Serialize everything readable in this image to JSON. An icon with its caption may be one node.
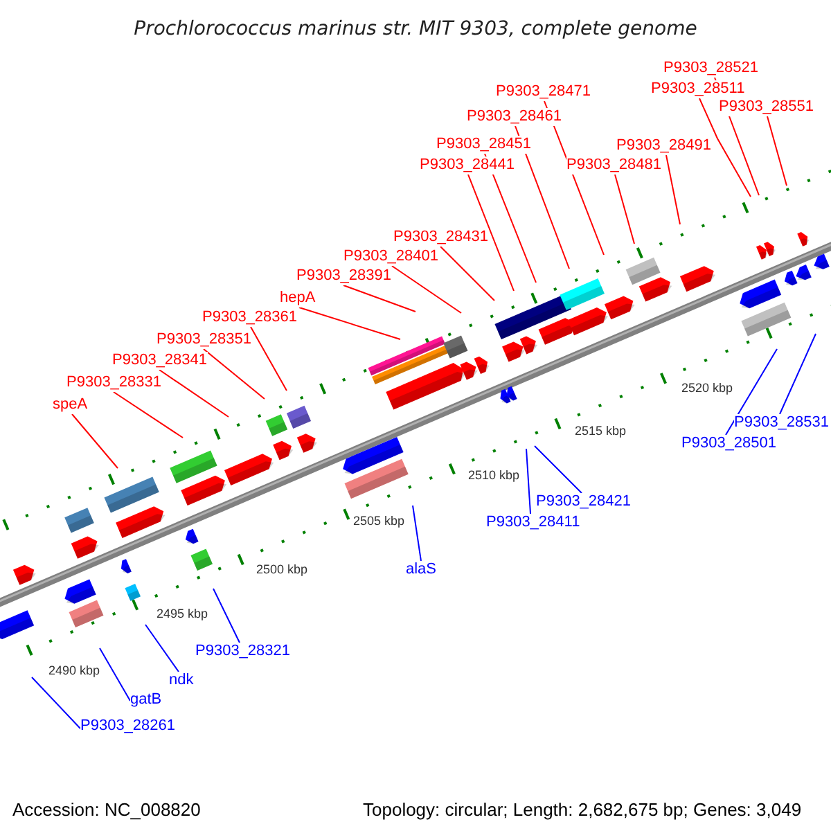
{
  "diagram": {
    "title": "Prochlorococcus marinus str. MIT 9303, complete genome",
    "nodes": [
      {
        "text": [
          "P9303_28521"
        ]
      },
      {
        "text": [
          "P9303_28511"
        ]
      },
      {
        "text": [
          "P9303_28471"
        ]
      },
      {
        "text": [
          "P9303_28551"
        ]
      },
      {
        "text": [
          "P9303_28461"
        ]
      },
      {
        "text": [
          "P9303_28451"
        ]
      },
      {
        "text": [
          "P9303_28491"
        ]
      },
      {
        "text": [
          "P9303_28441"
        ]
      },
      {
        "text": [
          "P9303_28481"
        ]
      },
      {
        "text": [
          "P9303_28431"
        ]
      },
      {
        "text": [
          "P9303_28401"
        ]
      },
      {
        "text": [
          "P9303_28391"
        ]
      },
      {
        "text": [
          "hepA"
        ]
      },
      {
        "text": [
          "P9303_28361"
        ]
      },
      {
        "text": [
          "P9303_28351"
        ]
      },
      {
        "text": [
          "P9303_28341"
        ]
      },
      {
        "text": [
          "P9303_28331"
        ]
      },
      {
        "text": [
          "speA"
        ]
      },
      {
        "text": [
          "P9303_28531"
        ]
      },
      {
        "text": [
          "P9303_28501"
        ]
      },
      {
        "text": [
          "P9303_28421"
        ]
      },
      {
        "text": [
          "P9303_28411"
        ]
      },
      {
        "text": [
          "alaS"
        ]
      },
      {
        "text": [
          "P9303_28321"
        ]
      },
      {
        "text": [
          "ndk"
        ]
      },
      {
        "text": [
          "gatB"
        ]
      },
      {
        "text": [
          "P9303_28261"
        ]
      }
    ],
    "edges": [
      {
        "from": 0,
        "to": null,
        "arrow": "none"
      },
      {
        "from": 1,
        "to": null,
        "arrow": "none"
      },
      {
        "from": 2,
        "to": null,
        "arrow": "none"
      },
      {
        "from": 3,
        "to": null,
        "arrow": "none"
      },
      {
        "from": 4,
        "to": null,
        "arrow": "none"
      },
      {
        "from": 5,
        "to": null,
        "arrow": "none"
      },
      {
        "from": 6,
        "to": null,
        "arrow": "none"
      },
      {
        "from": 7,
        "to": null,
        "arrow": "none"
      },
      {
        "from": 8,
        "to": null,
        "arrow": "none"
      },
      {
        "from": 9,
        "to": null,
        "arrow": "none"
      },
      {
        "from": 10,
        "to": null,
        "arrow": "none"
      },
      {
        "from": 11,
        "to": null,
        "arrow": "none"
      },
      {
        "from": 12,
        "to": null,
        "arrow": "none"
      },
      {
        "from": 13,
        "to": null,
        "arrow": "none"
      },
      {
        "from": 14,
        "to": null,
        "arrow": "none"
      },
      {
        "from": 15,
        "to": null,
        "arrow": "none"
      },
      {
        "from": 16,
        "to": null,
        "arrow": "none"
      },
      {
        "from": 17,
        "to": null,
        "arrow": "none"
      },
      {
        "from": 18,
        "to": null,
        "arrow": "none",
        "color": "#0000ff"
      },
      {
        "from": 19,
        "to": null,
        "arrow": "none",
        "color": "#0000ff"
      },
      {
        "from": 20,
        "to": null,
        "arrow": "none",
        "color": "#0000ff"
      },
      {
        "from": 21,
        "to": null,
        "arrow": "none",
        "color": "#0000ff"
      },
      {
        "from": 22,
        "to": null,
        "arrow": "none",
        "color": "#0000ff"
      },
      {
        "from": 23,
        "to": null,
        "arrow": "none",
        "color": "#0000ff"
      },
      {
        "from": 24,
        "to": null,
        "arrow": "none",
        "color": "#0000ff"
      },
      {
        "from": 25,
        "to": null,
        "arrow": "none",
        "color": "#0000ff"
      },
      {
        "from": 26,
        "to": null,
        "arrow": "none",
        "color": "#0000ff"
      }
    ],
    "labels": [
      "2520 kbp",
      "2515 kbp",
      "2510 kbp",
      "2505 kbp",
      "2500 kbp",
      "2495 kbp",
      "2490 kbp",
      "Accession: NC_008820",
      "Topology: circular; Length: 2,682,675 bp; Genes: 3,049"
    ]
  }
}
